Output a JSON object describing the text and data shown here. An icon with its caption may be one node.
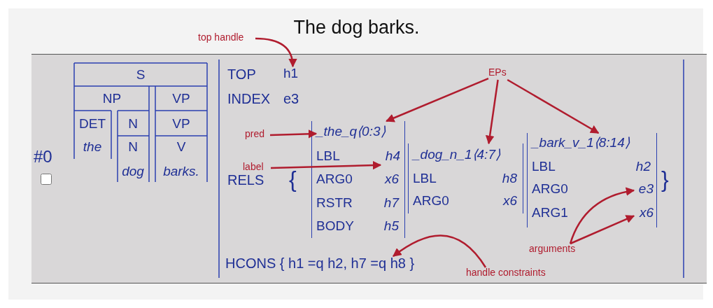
{
  "diagram": {
    "title": "The dog barks.",
    "nodes": [
      {
        "text": [
          "top handle"
        ]
      },
      {
        "text": [
          "h1"
        ]
      },
      {
        "text": [
          "EPs"
        ]
      },
      {
        "text": [
          "LBL",
          "ARG0",
          "x6",
          "RSTR",
          "h7",
          "BODY",
          "h5"
        ]
      },
      {
        "text": [
          "_the_q⟨0:3⟩"
        ],
        "in": 3
      },
      {
        "text": [
          "h4"
        ],
        "in": 3
      },
      {
        "text": [
          "_dog_n_1⟨4:7⟩",
          "LBL",
          "h8",
          "ARG0",
          "x6"
        ]
      },
      {
        "text": [
          "_bark_v_1⟨8:14⟩",
          "LBL",
          "h2",
          "ARG0",
          "ARG1"
        ]
      },
      {
        "text": [
          "e3"
        ],
        "in": 7
      },
      {
        "text": [
          "x6"
        ],
        "in": 7
      },
      {
        "text": [
          "pred"
        ]
      },
      {
        "text": [
          "label"
        ]
      },
      {
        "text": [
          "arguments"
        ]
      },
      {
        "text": [
          "HCONS { h1 =q h2, h7 =q h8 }"
        ]
      },
      {
        "text": [
          "handle constraints"
        ]
      }
    ],
    "edges": [
      {
        "from": 0,
        "to": 1,
        "arrow": "to"
      },
      {
        "from": 2,
        "to": 3,
        "arrow": "to"
      },
      {
        "from": 2,
        "to": 6,
        "arrow": "to"
      },
      {
        "from": 2,
        "to": 7,
        "arrow": "to"
      },
      {
        "from": 10,
        "to": 4,
        "arrow": "to"
      },
      {
        "from": 11,
        "to": 5,
        "arrow": "to"
      },
      {
        "from": 12,
        "to": 8,
        "arrow": "to"
      },
      {
        "from": 12,
        "to": 9,
        "arrow": "to"
      },
      {
        "from": 14,
        "to": 13,
        "arrow": "to"
      }
    ],
    "labels": [
      "#0",
      "S",
      "NP",
      "VP",
      "DET",
      "N",
      "VP",
      "the",
      "N",
      "V",
      "dog",
      "barks.",
      "TOP",
      "INDEX",
      "e3",
      "RELS",
      "{",
      "}"
    ]
  }
}
